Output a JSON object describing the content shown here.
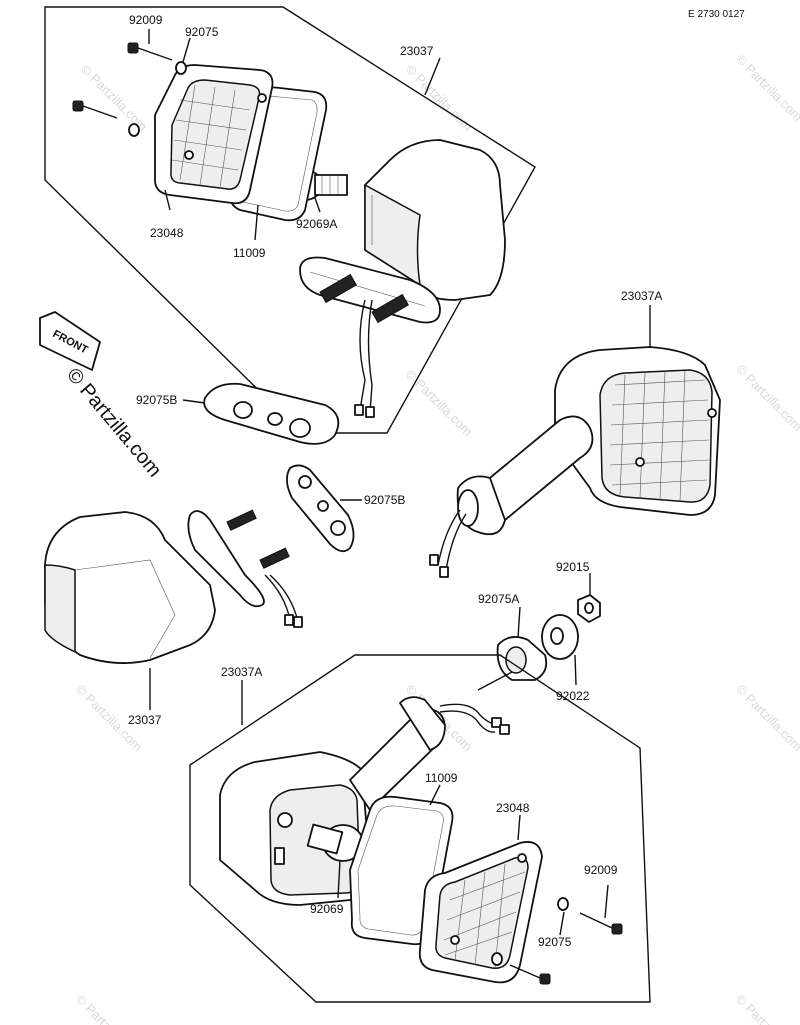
{
  "diagram": {
    "code": "E 2730 0127",
    "watermark": "© Partzilla.com",
    "front_label": "FRONT",
    "labels": {
      "l_92009_top": "92009",
      "l_92075_top": "92075",
      "l_23037_top": "23037",
      "l_23048_top": "23048",
      "l_11009_top": "11009",
      "l_92069A": "92069A",
      "l_23037A_right": "23037A",
      "l_92075B_left": "92075B",
      "l_92075B_mid": "92075B",
      "l_92015": "92015",
      "l_92075A": "92075A",
      "l_92022": "92022",
      "l_23037_left": "23037",
      "l_23037A_bottom": "23037A",
      "l_11009_bottom": "11009",
      "l_23048_bottom": "23048",
      "l_92009_bottom": "92009",
      "l_92069": "92069",
      "l_92075_bottom": "92075"
    }
  }
}
